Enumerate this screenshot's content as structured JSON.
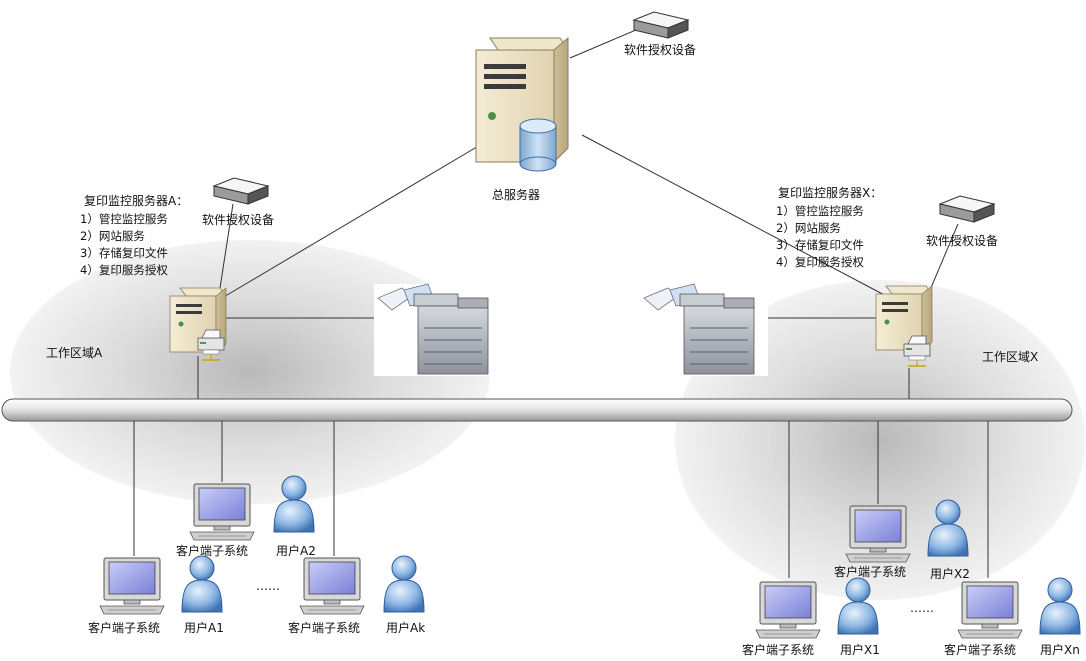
{
  "central": {
    "server_label": "总服务器",
    "license_device_label": "软件授权设备"
  },
  "zone_a": {
    "zone_label": "工作区域A",
    "server_title": "复印监控服务器A：",
    "services": [
      "1）管控监控服务",
      "2）网站服务",
      "3）存储复印文件",
      "4）复印服务授权"
    ],
    "license_device_label": "软件授权设备",
    "clients": [
      {
        "client_label": "客户端子系统",
        "user_label": "用户A2"
      },
      {
        "client_label": "客户端子系统",
        "user_label": "用户A1"
      },
      {
        "client_label": "客户端子系统",
        "user_label": "用户Ak"
      }
    ],
    "ellipsis": "……"
  },
  "zone_x": {
    "zone_label": "工作区域X",
    "server_title": "复印监控服务器X：",
    "services": [
      "1）管控监控服务",
      "2）网站服务",
      "3）存储复印文件",
      "4）复印服务授权"
    ],
    "license_device_label": "软件授权设备",
    "clients": [
      {
        "client_label": "客户端子系统",
        "user_label": "用户X2"
      },
      {
        "client_label": "客户端子系统",
        "user_label": "用户X1"
      },
      {
        "client_label": "客户端子系统",
        "user_label": "用户Xn"
      }
    ],
    "ellipsis": "……"
  }
}
